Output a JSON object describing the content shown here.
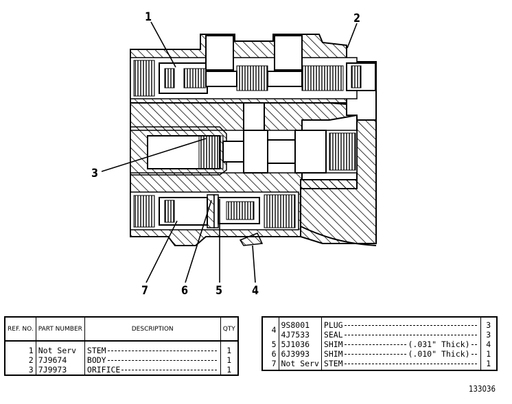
{
  "callouts": {
    "c1": "1",
    "c2": "2",
    "c3": "3",
    "c4": "4",
    "c5": "5",
    "c6": "6",
    "c7": "7"
  },
  "left_table": {
    "headers": {
      "ref": "REF. NO.",
      "part": "PART NUMBER",
      "desc": "DESCRIPTION",
      "qty": "QTY"
    },
    "rows": [
      {
        "ref": "1",
        "part": "Not Serv",
        "desc": "STEM",
        "note": "",
        "qty": "1"
      },
      {
        "ref": "2",
        "part": "7J9674",
        "desc": "BODY",
        "note": "",
        "qty": "1"
      },
      {
        "ref": "3",
        "part": "7J9973",
        "desc": "ORIFICE",
        "note": "",
        "qty": "1"
      }
    ]
  },
  "right_table": {
    "group_ref": "4",
    "rows": [
      {
        "ref": "",
        "part": "9S8001",
        "desc": "PLUG",
        "note": "",
        "qty": "3"
      },
      {
        "ref": "",
        "part": "4J7533",
        "desc": "SEAL",
        "note": "",
        "qty": "3"
      },
      {
        "ref": "5",
        "part": "5J1036",
        "desc": "SHIM",
        "note": "(.031\" Thick)",
        "qty": "4"
      },
      {
        "ref": "6",
        "part": "6J3993",
        "desc": "SHIM",
        "note": "(.010\" Thick)",
        "qty": "1"
      },
      {
        "ref": "7",
        "part": "Not Serv",
        "desc": "STEM",
        "note": "",
        "qty": "1"
      }
    ]
  },
  "figure_id": "133036"
}
